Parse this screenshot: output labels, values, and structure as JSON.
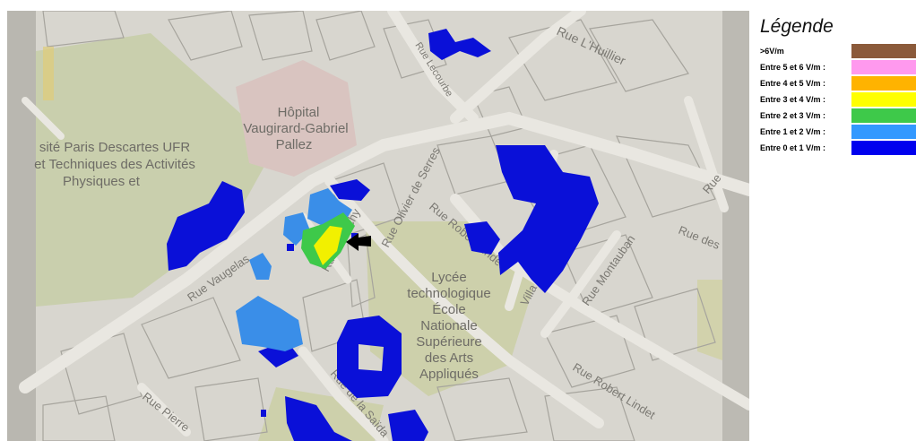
{
  "legend": {
    "title": "Légende",
    "items": [
      {
        "label": ">6V/m",
        "color": "#8b5a3a"
      },
      {
        "label": "Entre 5 et 6 V/m :",
        "color": "#ff99ee"
      },
      {
        "label": "Entre 4 et 5 V/m :",
        "color": "#ffb300"
      },
      {
        "label": "Entre 3 et 4 V/m :",
        "color": "#ffff00"
      },
      {
        "label": "Entre 2 et 3 V/m :",
        "color": "#3ec94a"
      },
      {
        "label": "Entre 1 et 2 V/m :",
        "color": "#3399ff"
      },
      {
        "label": "Entre 0 et 1 V/m :",
        "color": "#0000ee"
      }
    ]
  },
  "map": {
    "streets": {
      "rue_lhuillier": "Rue L'Huillier",
      "rue_lecourbe_fragment": "Rue Lecourbe",
      "rue_vaugelas": "Rue Vaugelas",
      "rue_de_vichy": "Rue de Vichy",
      "rue_olivier_de_serres": "Rue Olivier de Serres",
      "rue_robert_lindet_1": "Rue Robert Lindet",
      "rue_robert_lindet_2": "Rue Robert Lindet",
      "villa_robert_lindet": "Villa Robert Lindet",
      "rue_montauban": "Rue Montauban",
      "rue_des_fragment": "Rue des",
      "rue_right_fragment": "Rue",
      "rue_de_la_saida": "Rue de la Saïda",
      "rue_pierre": "Rue Pierre"
    },
    "places": {
      "hopital": [
        "Hôpital",
        "Vaugirard-Gabriel",
        "Pallez"
      ],
      "universite": [
        "sité Paris Descartes UFR",
        "et Techniques des Activités",
        "Physiques et"
      ],
      "lycee": [
        "Lycée",
        "technologique",
        "École",
        "Nationale",
        "Supérieure",
        "des Arts",
        "Appliqués"
      ]
    }
  }
}
